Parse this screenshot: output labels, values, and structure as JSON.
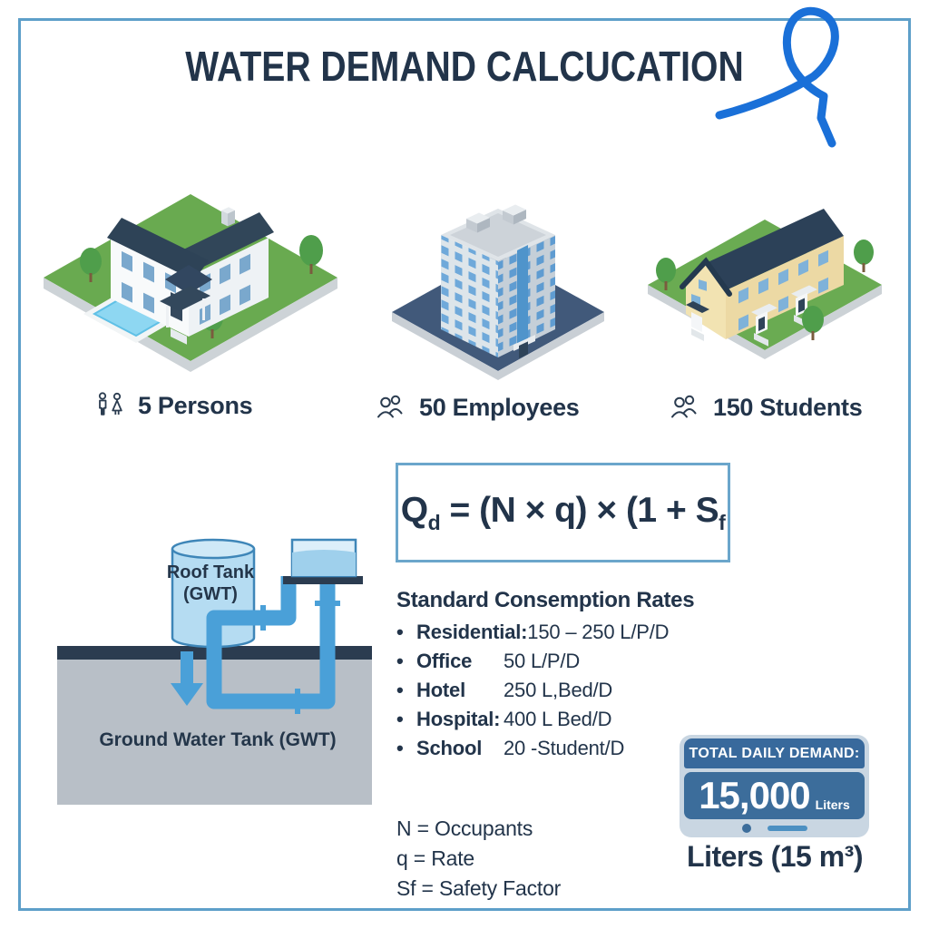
{
  "page": {
    "title": "WATER DEMAND CALCUCATION"
  },
  "colors": {
    "border_blue": "#5d9fc9",
    "navy_text": "#22344a",
    "pipe_blue": "#4aa0d8",
    "scribble_blue": "#1a70d8",
    "badge_blue": "#3c6d9b",
    "grass_green": "#69aa50",
    "roof_navy": "#2f4459"
  },
  "buildings": [
    {
      "id": "residential-house",
      "occupancy_label": "5 Persons",
      "icon": "man-woman-icon"
    },
    {
      "id": "office-building",
      "occupancy_label": "50 Employees",
      "icon": "two-people-icon"
    },
    {
      "id": "school-building",
      "occupancy_label": "150 Students",
      "icon": "two-people-icon"
    }
  ],
  "formula": {
    "lhs": "Q",
    "lhs_sub": "d",
    "body": " = (N × q) × (1 + S",
    "rhs_sub": "f"
  },
  "tank_diagram": {
    "roof_tank_line1": "Roof Tank",
    "roof_tank_line2": "(GWT)",
    "ground_tank_label": "Ground Water Tank (GWT)"
  },
  "rates": {
    "title": "Standard Consemption Rates",
    "bullet": "•",
    "items": [
      {
        "name": "Residential:",
        "value": "150 – 250 L/P/D"
      },
      {
        "name": "Office",
        "value": "50 L/P/D"
      },
      {
        "name": "Hotel",
        "value": "250 L,Bed/D"
      },
      {
        "name": "Hospital:",
        "value": "400 L Bed/D"
      },
      {
        "name": "School",
        "value": "20 -Student/D"
      }
    ]
  },
  "legend": {
    "lines": [
      "N = Occupants",
      "q = Rate",
      "Sf = Safety Factor"
    ]
  },
  "total_demand": {
    "header": "TOTAL DAILY DEMAND:",
    "value": "15,000",
    "unit": "Liters",
    "caption": "Liters (15 m³)"
  }
}
